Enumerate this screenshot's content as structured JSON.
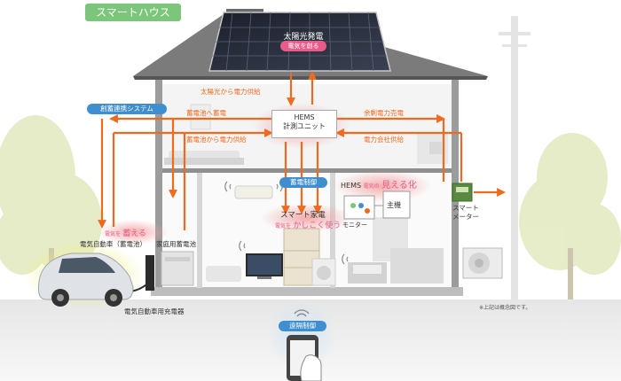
{
  "title_badge": "スマートハウス",
  "solar": {
    "title": "太陽光発電",
    "tag": "電気を創る"
  },
  "labels": {
    "solar_supply": "太陽光から電力供給",
    "battery_charge": "蓄電池へ蓄電",
    "surplus": "余剰電力売電",
    "battery_supply": "蓄電池から電力供給",
    "grid_supply": "電力会社供給",
    "creation_system": "創蓄連携システム",
    "hems_unit_1": "HEMS",
    "hems_unit_2": "計測ユニット",
    "storage_control": "蓄電制御",
    "hems_vis_prefix": "HEMS",
    "hems_vis_small": "電気の",
    "hems_vis_big": "見える化",
    "monitor": "モニター",
    "main_unit": "主機",
    "smart_appliance": "スマート家電",
    "appliance_tag_small": "電気を",
    "appliance_tag_big": "かしこく使う",
    "ev": "電気自動車（蓄電池）",
    "ev_tag_small": "電気を",
    "ev_tag_big": "蓄える",
    "home_battery": "家庭用蓄電池",
    "ev_charger": "電気自動車用充電器",
    "smart_meter_1": "スマート",
    "smart_meter_2": "メーター",
    "remote_control": "遠隔制御",
    "note": "※上記は概念図です。"
  },
  "colors": {
    "accent_green": "#7bc67a",
    "arrow_orange": "#ee6a1e",
    "label_blue": "#3f8fd0",
    "roof_gray": "#7b7b7b",
    "glow_red": "#f3a3a3",
    "glow_yellow": "#eef27a"
  }
}
